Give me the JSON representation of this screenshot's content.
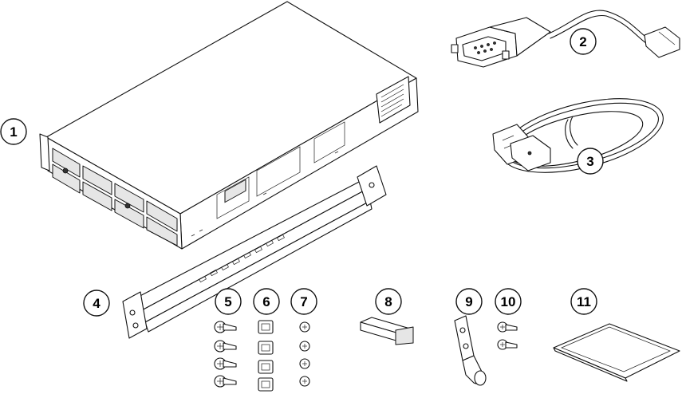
{
  "callouts": [
    {
      "id": "1",
      "label": "1"
    },
    {
      "id": "2",
      "label": "2"
    },
    {
      "id": "3",
      "label": "3"
    },
    {
      "id": "4",
      "label": "4"
    },
    {
      "id": "5",
      "label": "5"
    },
    {
      "id": "6",
      "label": "6"
    },
    {
      "id": "7",
      "label": "7"
    },
    {
      "id": "8",
      "label": "8"
    },
    {
      "id": "9",
      "label": "9"
    },
    {
      "id": "10",
      "label": "10"
    },
    {
      "id": "11",
      "label": "11"
    }
  ],
  "items": [
    {
      "callout": "1",
      "icon": "chassis-icon"
    },
    {
      "callout": "2",
      "icon": "console-cable-icon"
    },
    {
      "callout": "3",
      "icon": "power-cord-icon"
    },
    {
      "callout": "4",
      "icon": "rack-rail-icon"
    },
    {
      "callout": "5",
      "icon": "screw-icon"
    },
    {
      "callout": "6",
      "icon": "cage-nut-icon"
    },
    {
      "callout": "7",
      "icon": "small-screw-icon"
    },
    {
      "callout": "8",
      "icon": "transceiver-module-icon"
    },
    {
      "callout": "9",
      "icon": "ground-lug-icon"
    },
    {
      "callout": "10",
      "icon": "lug-screw-icon"
    },
    {
      "callout": "11",
      "icon": "document-pack-icon"
    }
  ]
}
